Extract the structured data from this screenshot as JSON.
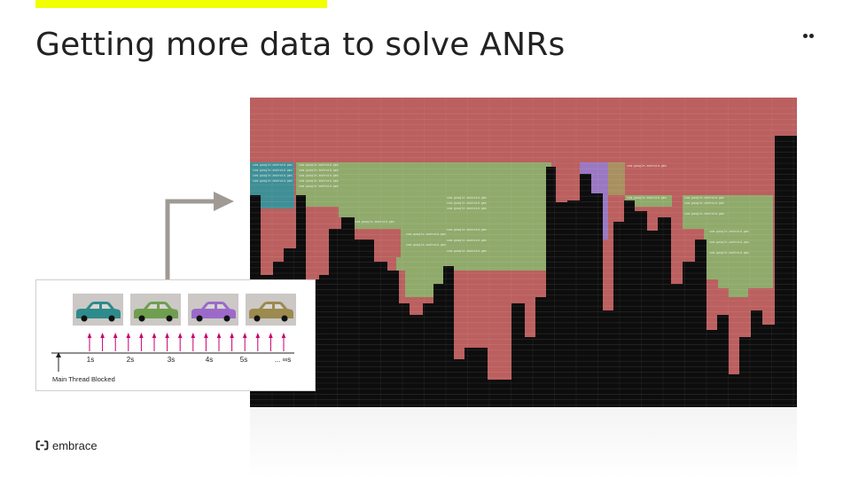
{
  "slide": {
    "title": "Getting more data to solve ANRs",
    "accent_color": "#f2ff00",
    "menu_icon": "dots-icon"
  },
  "timeline": {
    "car_colors": [
      "#2e8b8b",
      "#6f9e50",
      "#9b6ac9",
      "#9c8a4e"
    ],
    "car_icon": "car-icon",
    "arrow_color": "#c8006e",
    "tick_labels": [
      "1s",
      "2s",
      "3s",
      "4s",
      "5s",
      "... ∞s"
    ],
    "main_label": "Main Thread Blocked"
  },
  "flamegraph": {
    "colors": {
      "background": "#bb5f5f",
      "thread": "#0d0d0d",
      "green": "#8faa6b",
      "teal": "#3f8f95",
      "purple": "#9a78c2",
      "tan": "#a99060"
    },
    "label_text": "com.google.android.gms"
  },
  "brand": {
    "logo_text": "embrace",
    "logo_icon": "embrace-logo-icon"
  }
}
